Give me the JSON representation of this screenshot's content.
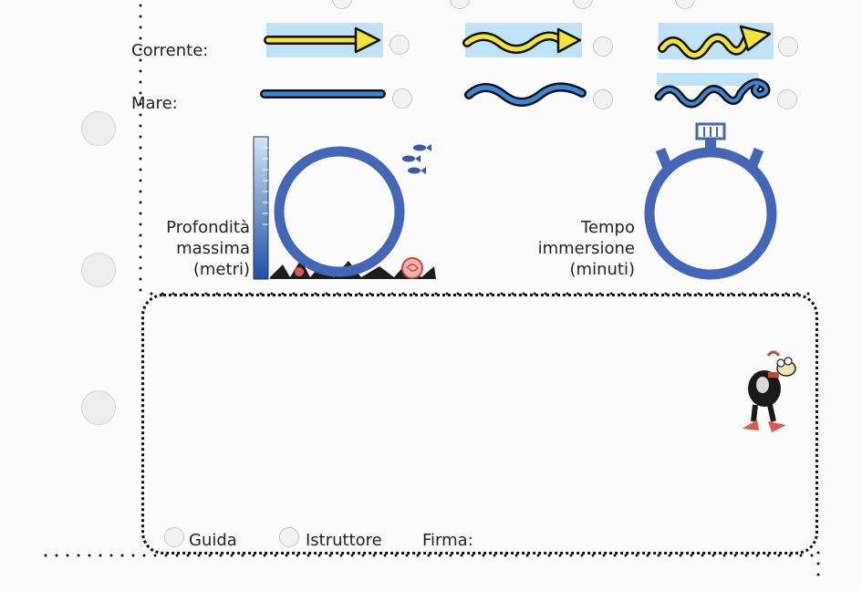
{
  "conditions": {
    "current_label": "Corrente:",
    "sea_label": "Mare:"
  },
  "gauges": {
    "depth_lines": [
      "Profondità",
      "massima",
      "(metri)"
    ],
    "time_lines": [
      "Tempo",
      "immersione",
      "(minuti)"
    ]
  },
  "notes_box": {
    "guide_label": "Guida",
    "instructor_label": "Istruttore",
    "signature_label": "Firma:"
  },
  "colors": {
    "ring_blue": "#4466b8",
    "arrow_yellow": "#f4e436",
    "wave_blue": "#3b86d8",
    "sky_band": "#9fd3f2"
  },
  "icons": {
    "current": [
      "straight-arrow-icon",
      "wavy-arrow-icon",
      "strong-wavy-arrow-icon"
    ],
    "sea": [
      "calm-sea-icon",
      "moderate-sea-icon",
      "rough-sea-icon"
    ],
    "depth": "depth-gauge-icon",
    "time": "stopwatch-icon",
    "mascot": "diver-mascot-icon"
  }
}
